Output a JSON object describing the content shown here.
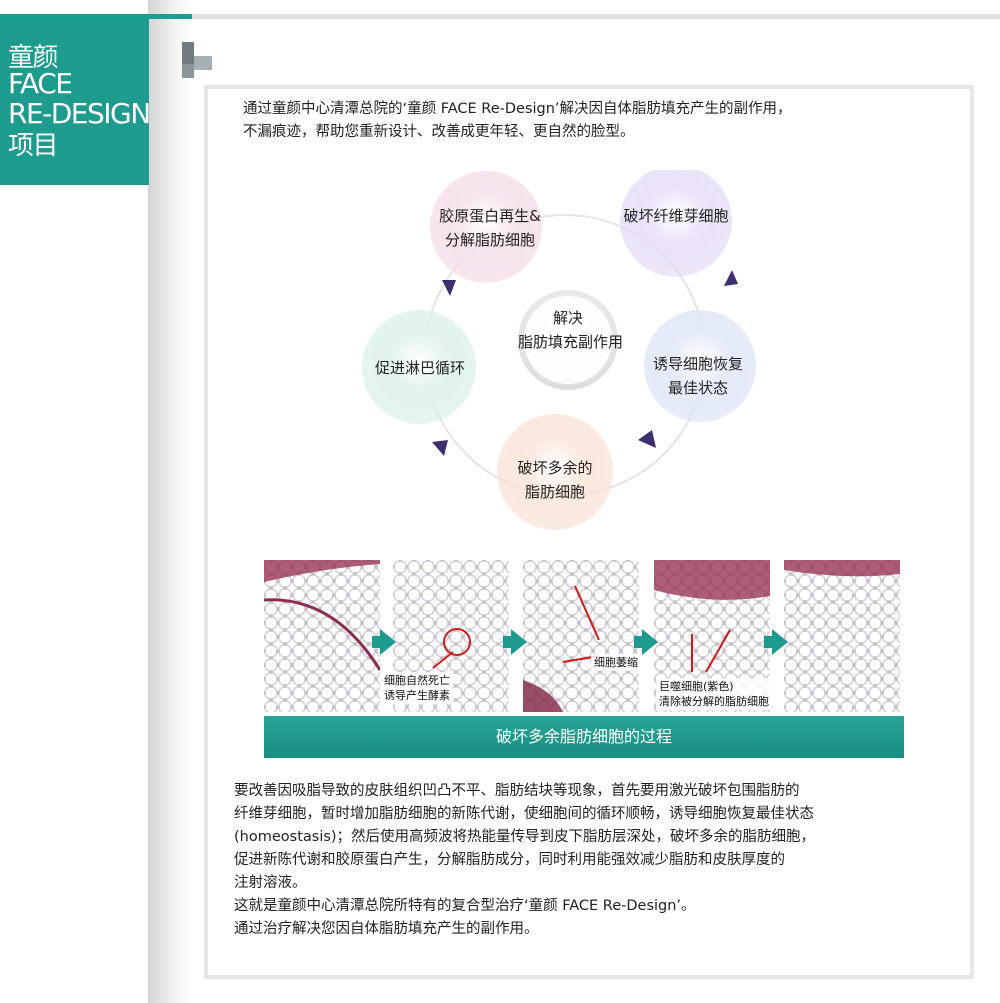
{
  "sidebar": {
    "title_line1": "童颜",
    "title_line2": "FACE",
    "title_line3": "RE-DESIGN",
    "title_line4": "项目"
  },
  "intro": {
    "line1": "通过童颜中心清潭总院的‘童颜 FACE Re-Design’解决因自体脂肪填充产生的副作用，",
    "line2": "不漏痕迹，帮助您重新设计、改善成更年轻、更自然的脸型。"
  },
  "cycle": {
    "center_line1": "解决",
    "center_line2": "脂肪填充副作用",
    "node1_line1": "胶原蛋白再生&",
    "node1_line2": "分解脂肪细胞",
    "node2": "破坏纤维芽细胞",
    "node3_line1": "诱导细胞恢复",
    "node3_line2": "最佳状态",
    "node4_line1": "破坏多余的",
    "node4_line2": "脂肪细胞",
    "node5": "促进淋巴循环"
  },
  "panels": {
    "label1_line1": "细胞自然死亡",
    "label1_line2": "诱导产生酵素",
    "label2": "细胞萎缩",
    "label3_line1": "巨噬细胞(紫色)",
    "label3_line2": "清除被分解的脂肪细胞",
    "bar_title": "破坏多余脂肪细胞的过程"
  },
  "body": {
    "line1": "要改善因吸脂导致的皮肤组织凹凸不平、脂肪结块等现象，首先要用激光破坏包围脂肪的",
    "line2": "纤维芽细胞，暂时增加脂肪细胞的新陈代谢，使细胞间的循环顺畅，诱导细胞恢复最佳状态",
    "line3": "(homeostasis)；然后使用高频波将热能量传导到皮下脂肪层深处，破坏多余的脂肪细胞，",
    "line4": "促进新陈代谢和胶原蛋白产生，分解脂肪成分，同时利用能强效减少脂肪和皮肤厚度的",
    "line5": "注射溶液。",
    "line6": "这就是童颜中心清潭总院所特有的复合型治疗‘童颜 FACE Re-Design’。",
    "line7": "通过治疗解决您因自体脂肪填充产生的副作用。"
  },
  "colors": {
    "accent": "#1e9b8f",
    "node_pink": "#f2d3e2",
    "node_purple": "#ddd3f3",
    "node_blue": "#d5ddf2",
    "node_peach": "#f7dccd",
    "node_green": "#d3ede4",
    "cycle_arrow": "#3d2e6e"
  }
}
